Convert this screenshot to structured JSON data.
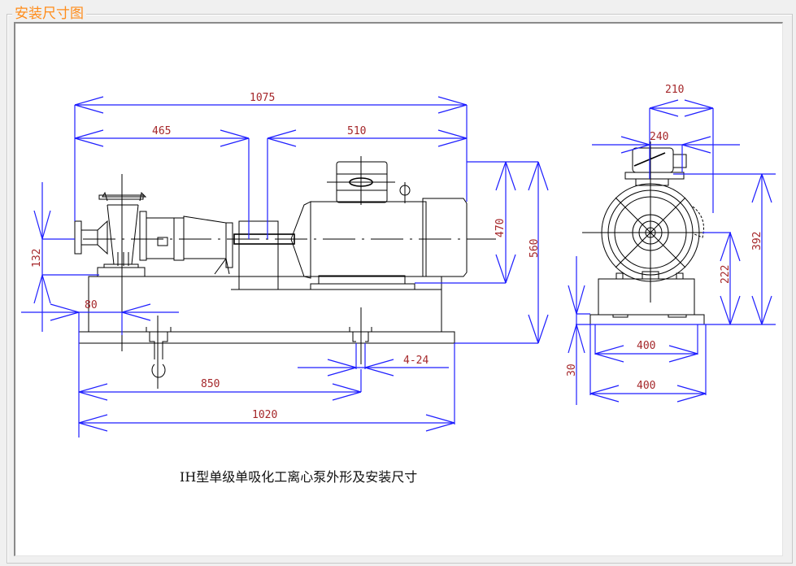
{
  "group": {
    "title": "安装尺寸图"
  },
  "drawing": {
    "caption": "IH型单级单吸化工离心泵外形及安装尺寸",
    "side_view": {
      "dimensions": {
        "overall_length": "1075",
        "pump_to_coupling": "465",
        "motor_length": "510",
        "motor_height": "470",
        "total_height": "560",
        "inlet_height": "132",
        "foot_offset": "80",
        "bolt_spacing": "850",
        "base_length": "1020",
        "bolt_holes": "4-24"
      }
    },
    "end_view": {
      "dimensions": {
        "top_width": "210",
        "outlet_width": "240",
        "overall_height": "392",
        "shaft_height": "222",
        "base_thickness": "30",
        "base_inner_width": "400",
        "base_outer_width": "400"
      }
    },
    "colors": {
      "dimension_line": "#1f1fff",
      "dimension_text": "#a5272a",
      "object_line": "#000000",
      "title": "#ff8c1a"
    }
  }
}
